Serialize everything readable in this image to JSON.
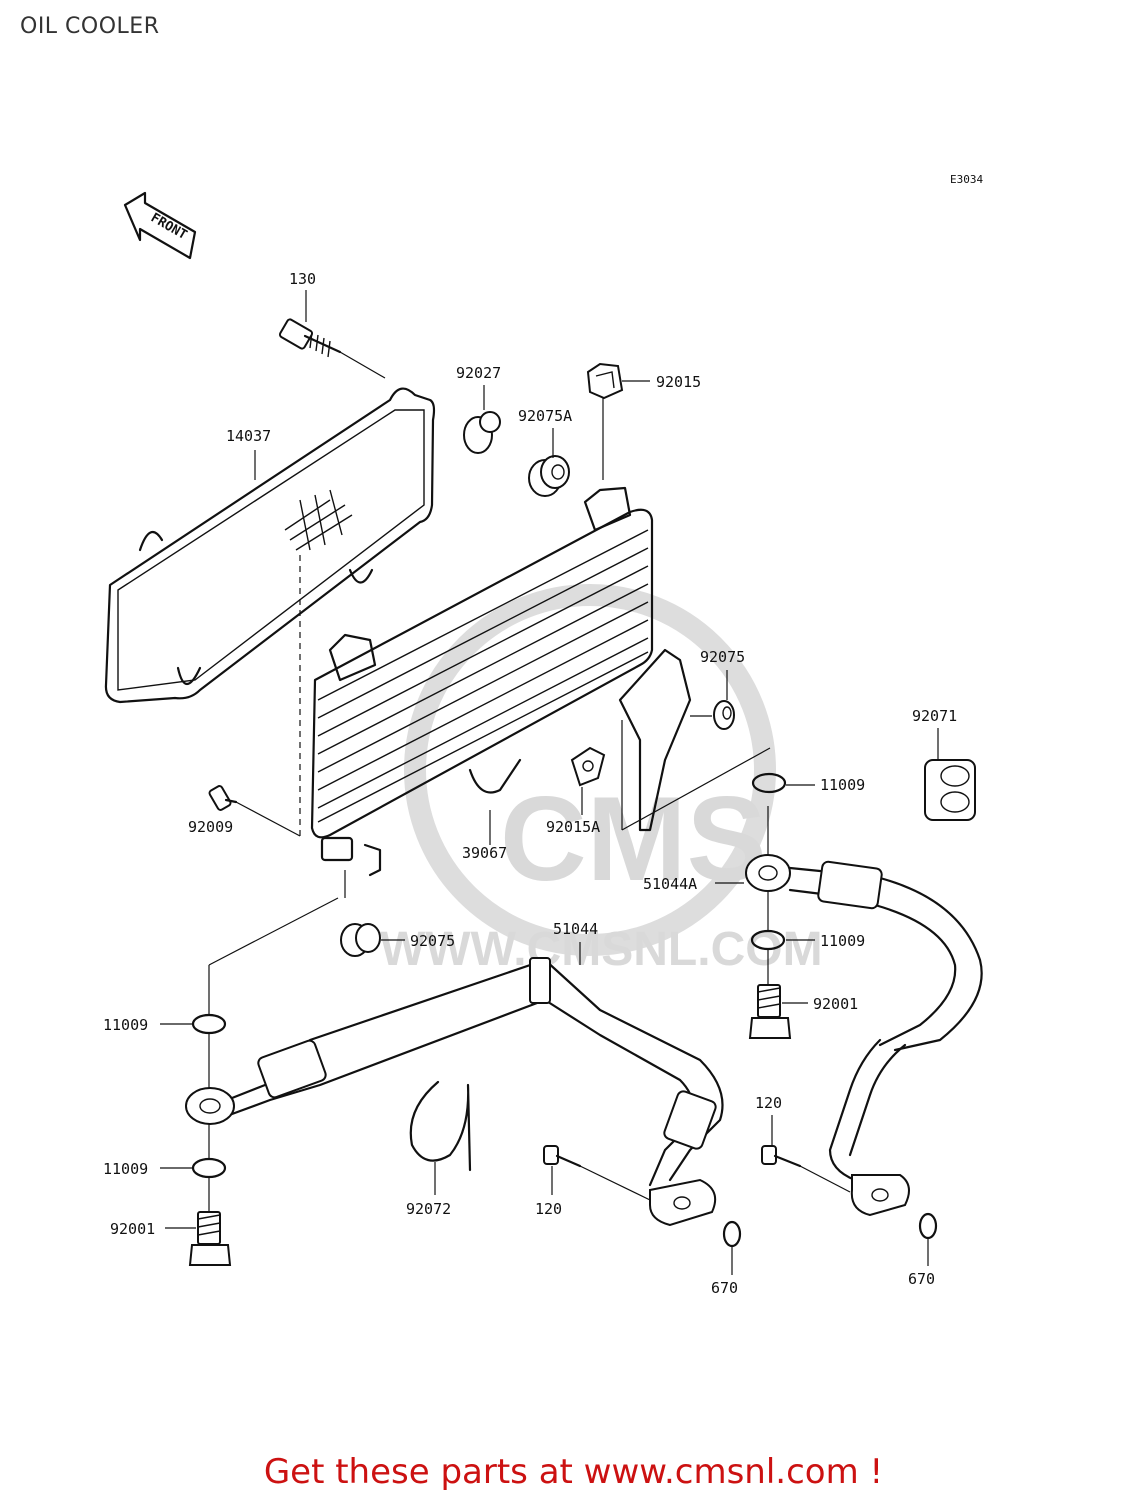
{
  "page": {
    "title": "OIL COOLER",
    "diagram_code": "E3034",
    "front_label": "FRONT",
    "watermark_logo": "CMS",
    "watermark_url": "WWW.CMSNL.COM",
    "promo": "Get these parts at www.cmsnl.com !"
  },
  "labels": {
    "p130": "130",
    "p14037": "14037",
    "p92027": "92027",
    "p92015": "92015",
    "p92075A": "92075A",
    "p92075_top": "92075",
    "p92071": "92071",
    "p11009_r1": "11009",
    "p92009": "92009",
    "p92015A": "92015A",
    "p39067": "39067",
    "p51044A": "51044A",
    "p11009_r2": "11009",
    "p92075_bot": "92075",
    "p51044": "51044",
    "p92001_r": "92001",
    "p11009_l1": "11009",
    "p120_r": "120",
    "p11009_l2": "11009",
    "p92072": "92072",
    "p120_l": "120",
    "p92001_l": "92001",
    "p670_l": "670",
    "p670_r": "670"
  },
  "colors": {
    "line": "#111111",
    "promo": "#cc1111",
    "watermark": "#d9d9d9",
    "title": "#333333"
  }
}
